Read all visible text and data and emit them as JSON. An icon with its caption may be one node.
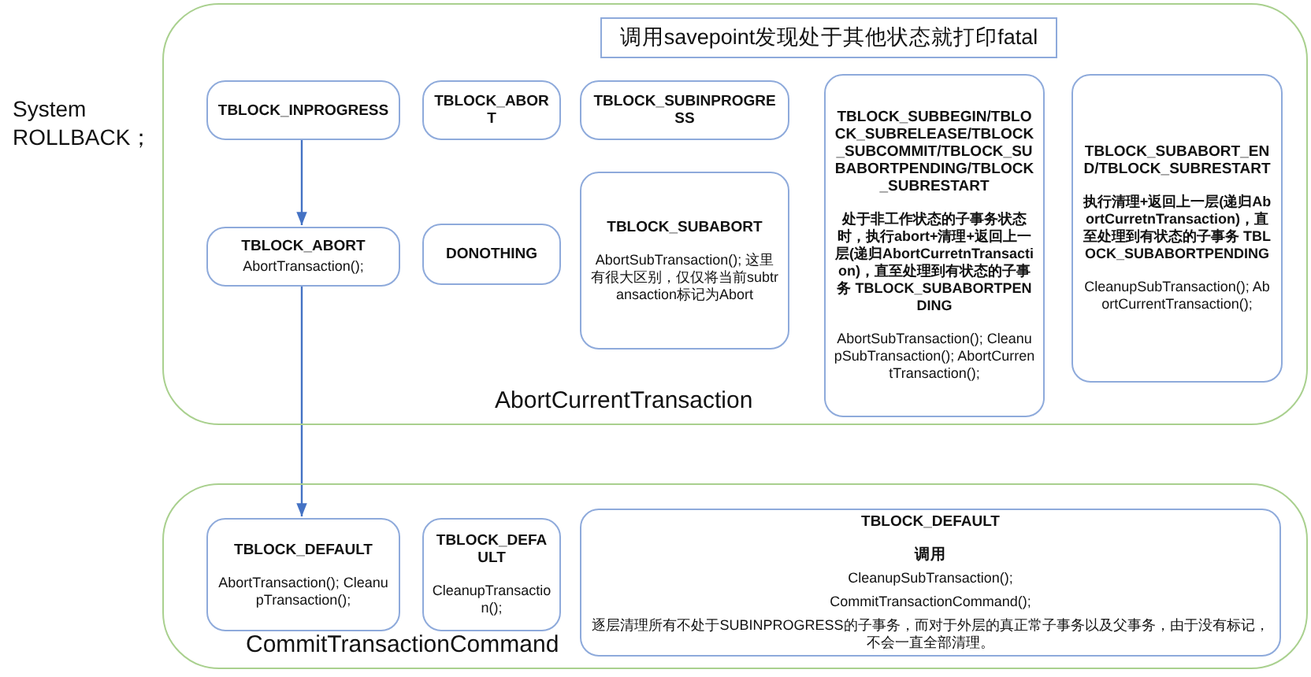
{
  "diagram": {
    "nodes": [
      {
        "text": [
          "AbortCurrentTransaction"
        ]
      },
      {
        "text": [
          "调用savepoint发现处于其他状态就打印fatal"
        ],
        "in": 0
      },
      {
        "text": [
          "TBLOCK_INPROGRESS"
        ],
        "in": 0
      },
      {
        "text": [
          "TBLOCK_ABORT"
        ],
        "in": 0
      },
      {
        "text": [
          "TBLOCK_SUBINPROGRESS"
        ],
        "in": 0
      },
      {
        "text": [
          "TBLOCK_SUBBEGIN/TBLOCK_SUBRELEASE/TBLOCK_SUBCOMMIT/TBLOCK_SUBABORTPENDING/TBLOCK_SUBRESTART",
          "处于非工作状态的子事务状态时，执行abort+清理+返回上一层(递归AbortCurretnTransaction)，直至处理到有状态的子事务 TBLOCK_SUBABORTPENDING",
          "AbortSubTransaction(); CleanupSubTransaction(); AbortCurrentTransaction();"
        ],
        "in": 0
      },
      {
        "text": [
          "TBLOCK_SUBABORT_END/TBLOCK_SUBRESTART",
          "执行清理+返回上一层(递归AbortCurretnTransaction)，直至处理到有状态的子事务 TBLOCK_SUBABORTPENDING",
          "CleanupSubTransaction(); AbortCurrentTransaction();"
        ],
        "in": 0
      },
      {
        "text": [
          "TBLOCK_ABORT",
          "AbortTransaction();"
        ],
        "in": 0
      },
      {
        "text": [
          "DONOTHING"
        ],
        "in": 0
      },
      {
        "text": [
          "TBLOCK_SUBABORT",
          "AbortSubTransaction(); 这里有很大区别，仅仅将当前subtransaction标记为Abort"
        ],
        "in": 0
      },
      {
        "text": [
          "CommitTransactionCommand"
        ]
      },
      {
        "text": [
          "TBLOCK_DEFAULT",
          "AbortTransaction(); CleanupTransaction();"
        ],
        "in": 10
      },
      {
        "text": [
          "TBLOCK_DEFAULT",
          "CleanupTransaction();"
        ],
        "in": 10
      },
      {
        "text": [
          "TBLOCK_DEFAULT",
          "调用",
          "CleanupSubTransaction();",
          "CommitTransactionCommand();",
          "逐层清理所有不处于SUBINPROGRESS的子事务，而对于外层的真正常子事务以及父事务，由于没有标记，不会一直全部清理。"
        ],
        "in": 10
      }
    ],
    "edges": [
      {
        "from": 2,
        "to": 7,
        "arrow": "to"
      },
      {
        "from": 7,
        "to": 11,
        "arrow": "to"
      }
    ],
    "labels": [
      "System ROLLBACK；"
    ]
  }
}
